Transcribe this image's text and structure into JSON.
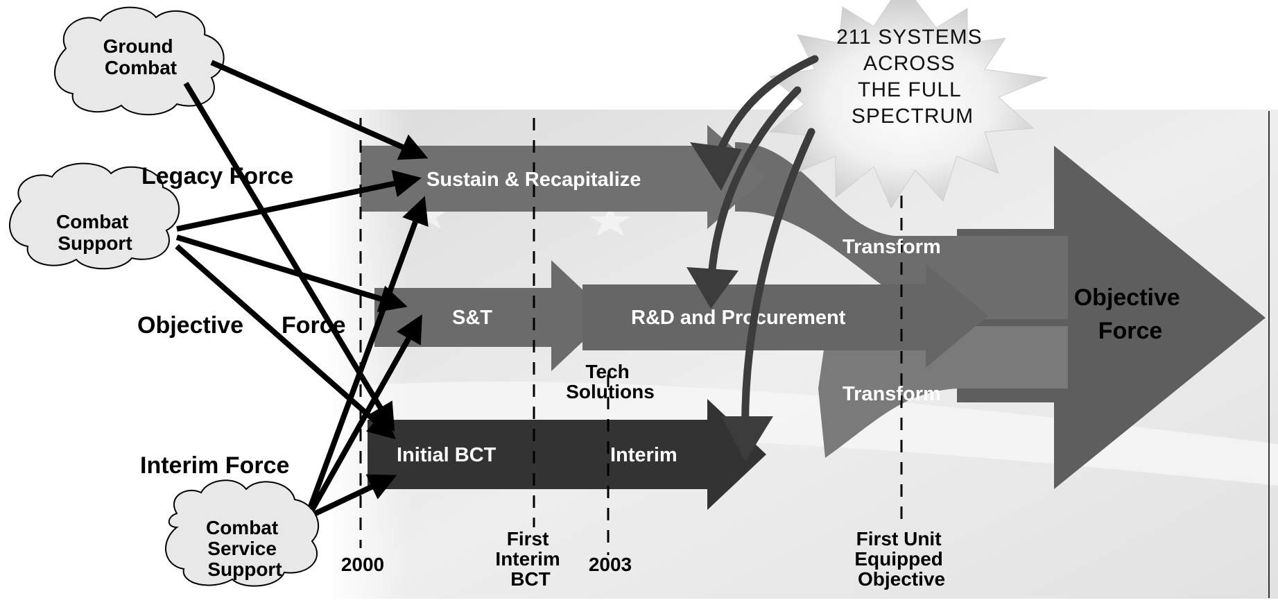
{
  "clouds": {
    "ground_combat": [
      "Ground",
      "Combat"
    ],
    "combat_support": [
      "Combat",
      "Support"
    ],
    "combat_service_support": [
      "Combat",
      "Service",
      "Support"
    ]
  },
  "side_labels": {
    "legacy": "Legacy Force",
    "objective_left": "Objective",
    "objective_right": "Force",
    "interim": "Interim Force"
  },
  "bands": {
    "sustain": "Sustain & Recapitalize",
    "st": "S&T",
    "rd": "R&D and Procurement",
    "initial_bct": "Initial BCT",
    "interim": "Interim",
    "transform_top": "Transform",
    "transform_bottom": "Transform",
    "tech_solutions": [
      "Tech",
      "Solutions"
    ]
  },
  "objective_force": [
    "Objective",
    "Force"
  ],
  "starburst": [
    "211 SYSTEMS",
    "ACROSS",
    "THE FULL",
    "SPECTRUM"
  ],
  "timeline": {
    "year_2000": "2000",
    "first_interim_bct": [
      "First",
      "Interim",
      "BCT"
    ],
    "year_2003": "2003",
    "first_unit_equipped": [
      "First Unit",
      "Equipped",
      "Objective"
    ]
  },
  "colors": {
    "sustain_band": "#707070",
    "rd_band": "#6a6a6a",
    "interim_band": "#333333",
    "objective_arrow": "#5e5e5e",
    "arrows": "#000000",
    "curved_arrows": "#3c3c3c"
  }
}
